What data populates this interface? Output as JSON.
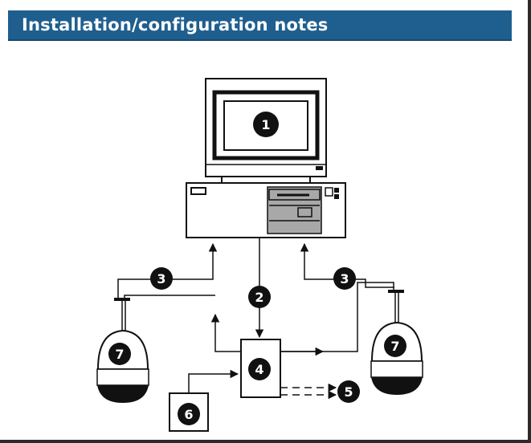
{
  "header": {
    "title": "Installation/configuration notes"
  },
  "colors": {
    "header_bg": "#1f5f8f",
    "callout_bg": "#111111",
    "line": "#111111",
    "drive_fill": "#a8a8a8"
  },
  "callouts": {
    "monitor": "1",
    "keyboard_link": "2",
    "left_cable": "3",
    "right_cable": "3",
    "controller": "4",
    "outputs": "5",
    "aux_device": "6",
    "left_dome": "7",
    "right_dome": "7"
  }
}
